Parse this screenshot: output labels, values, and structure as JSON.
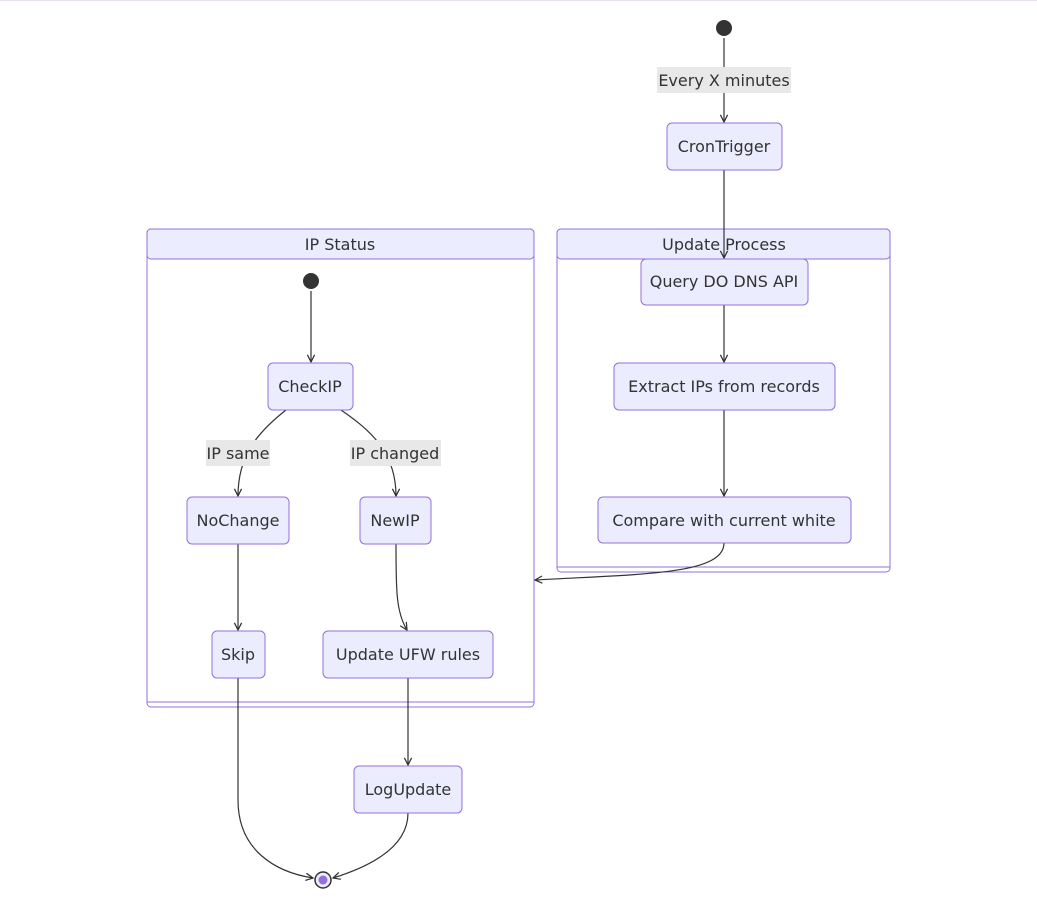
{
  "diagram": {
    "type": "state",
    "clusters": {
      "ip_status": {
        "title": "IP Status"
      },
      "update_process": {
        "title": "Update Process"
      }
    },
    "states": {
      "cron_trigger": "CronTrigger",
      "query_dns": "Query DO DNS API",
      "extract_ips": "Extract IPs from records",
      "compare": "Compare with current white",
      "check_ip": "CheckIP",
      "no_change": "NoChange",
      "new_ip": "NewIP",
      "skip": "Skip",
      "update_ufw": "Update UFW rules",
      "log_update": "LogUpdate"
    },
    "transitions": {
      "every_x_minutes": "Every X minutes",
      "ip_same": "IP same",
      "ip_changed": "IP changed"
    },
    "colors": {
      "node_fill": "#ECECFF",
      "node_stroke": "#9370DB",
      "edge": "#333333",
      "label_bg": "#e8e8e8"
    }
  }
}
